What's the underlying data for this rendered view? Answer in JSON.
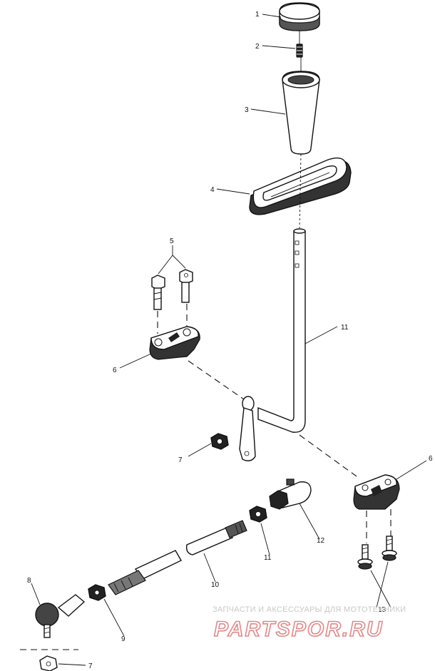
{
  "callouts": {
    "c1": "1",
    "c2": "2",
    "c3": "3",
    "c4": "4",
    "c5": "5",
    "c6a": "6",
    "c6b": "6",
    "c7a": "7",
    "c7b": "7",
    "c8": "8",
    "c9": "9",
    "c10": "10",
    "c11a": "11",
    "c11b": "11",
    "c12": "12",
    "c13": "13"
  },
  "watermark": {
    "caption": "ЗАПЧАСТИ И АКСЕССУАРЫ ДЛЯ МОТОТЕХНИКИ",
    "brand": "PARTSPOR.RU"
  }
}
